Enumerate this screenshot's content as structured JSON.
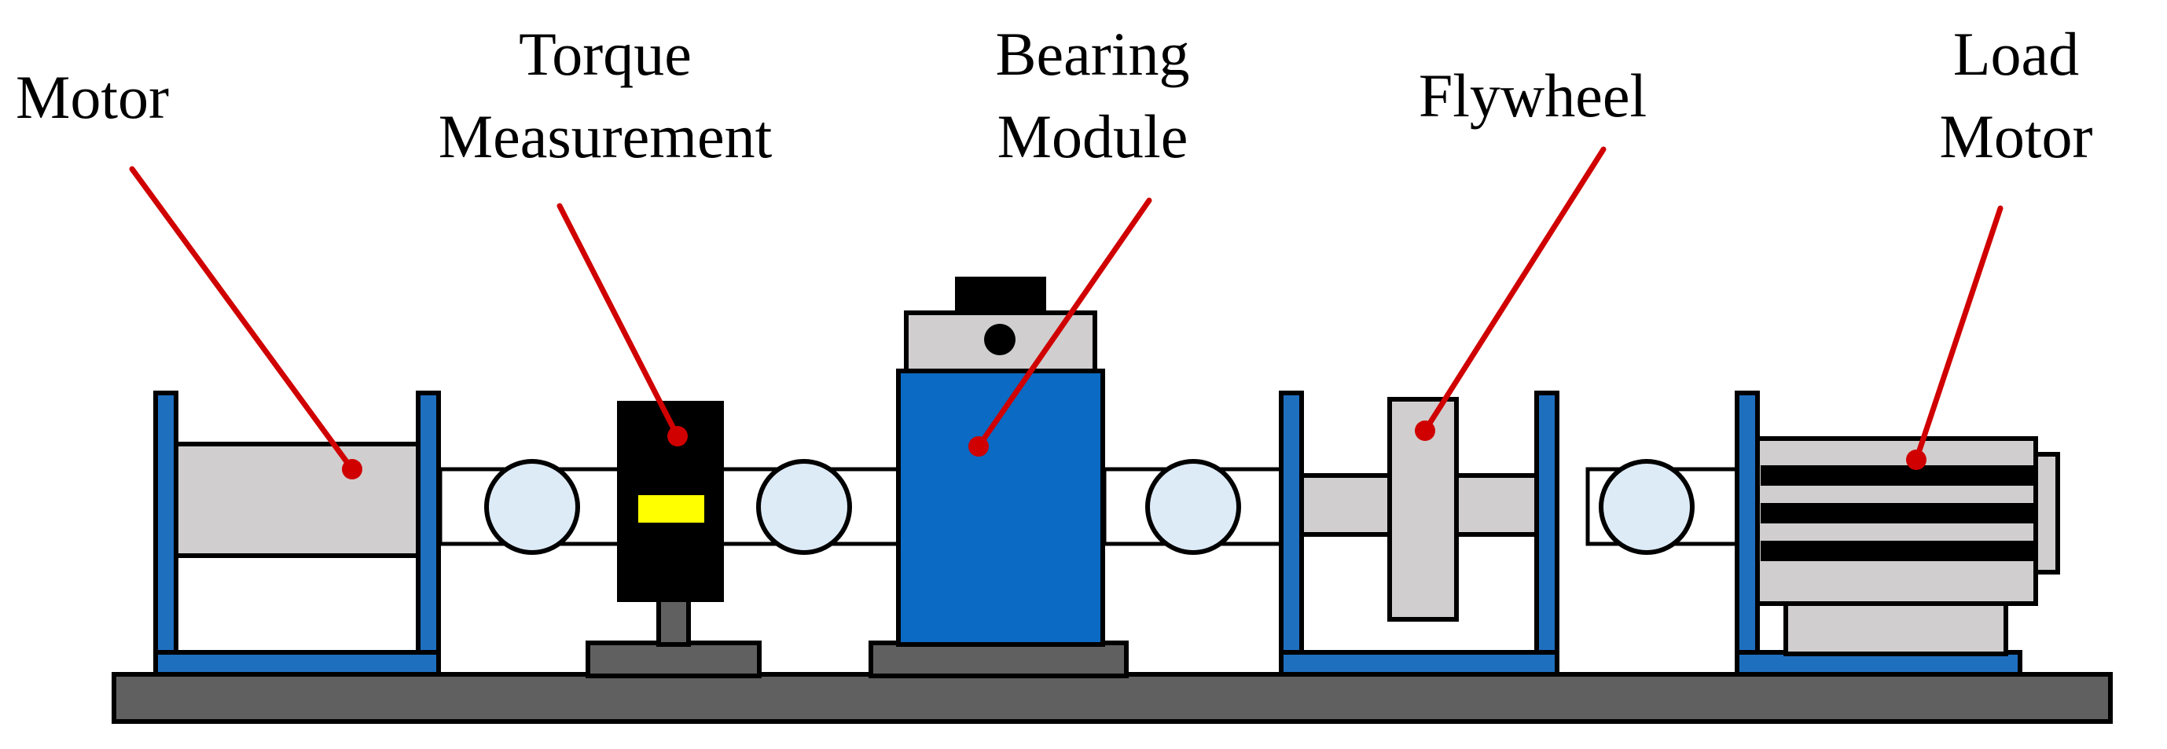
{
  "labels": {
    "motor": "Motor",
    "torque_line1": "Torque",
    "torque_line2": "Measurement",
    "bearing_line1": "Bearing",
    "bearing_line2": "Module",
    "flywheel": "Flywheel",
    "load_line1": "Load",
    "load_line2": "Motor"
  },
  "colors": {
    "base": "#606060",
    "frame_blue": "#1F6FBF",
    "component_gray": "#D0CECE",
    "coupling": "#DDEBF7",
    "bearing_blue": "#0A6AC4",
    "torque_black": "#000000",
    "indicator_yellow": "#FFFF00",
    "leader_red": "#D00000"
  }
}
